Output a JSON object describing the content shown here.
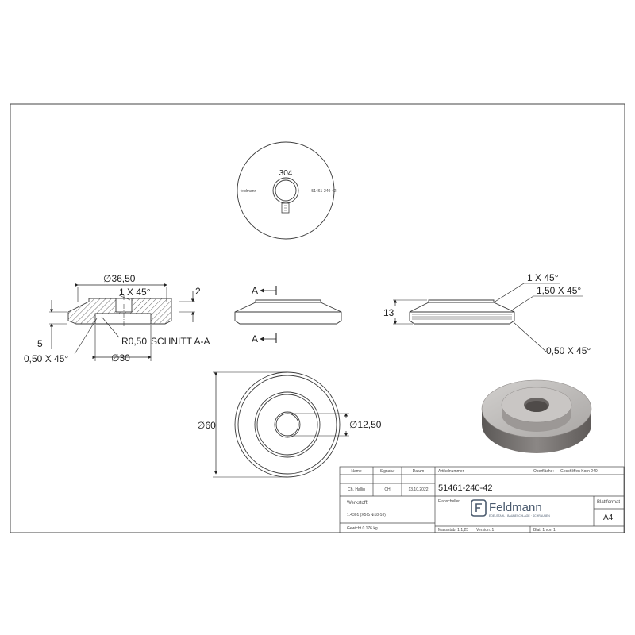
{
  "views": {
    "top": {
      "mark_material": "304",
      "mark_left": "feldmann",
      "mark_right": "51461-240-42"
    },
    "section": {
      "dia_outer_top": "∅36,50",
      "chamfer_top": "1 X 45°",
      "height_right": "2",
      "height_left": "5",
      "radius": "R0,50",
      "title": "SCHNITT A-A",
      "chamfer_bottom": "0,50 X 45°",
      "dia_bottom": "∅30"
    },
    "front": {
      "cut_marker_top": "A",
      "cut_marker_bottom": "A"
    },
    "side": {
      "height": "13",
      "chamfer_1": "1 X 45°",
      "chamfer_2": "1,50 X 45°",
      "chamfer_3": "0,50 X 45°"
    },
    "plan": {
      "dia_outer": "∅60",
      "dia_hole": "∅12,50"
    }
  },
  "title_block": {
    "h_name": "Name",
    "h_signature": "Signatur",
    "h_date": "Datum",
    "h_article": "Artikelnummer",
    "h_surface_label": "Oberfläche:",
    "h_surface_value": "Geschliffen Korn 240",
    "name": "Ch. Hallig",
    "signature": "CH",
    "date": "13.10.2022",
    "article": "51461-240-42",
    "h_product": "Flanscheller",
    "company": "Feldmann",
    "company_sub": "EDELSTAHL · BAUBESCHLÄGE · SCHRAUBEN",
    "h_format": "Blattformat",
    "format": "A4",
    "h_material": "Werkstoff:",
    "material": "1.4301 (X5CrNi18-10)",
    "weight": "Gewicht 0.176 kg",
    "scale": "Massstab: 1:1,25",
    "version": "Version: 1",
    "sheet": "Blatt 1 von 1"
  },
  "colors": {
    "line": "#3a3a3a",
    "hatch": "#555555",
    "render_top": "#b9b6b4",
    "render_side": "#6f6b69",
    "logo": "#4a5a6e"
  }
}
